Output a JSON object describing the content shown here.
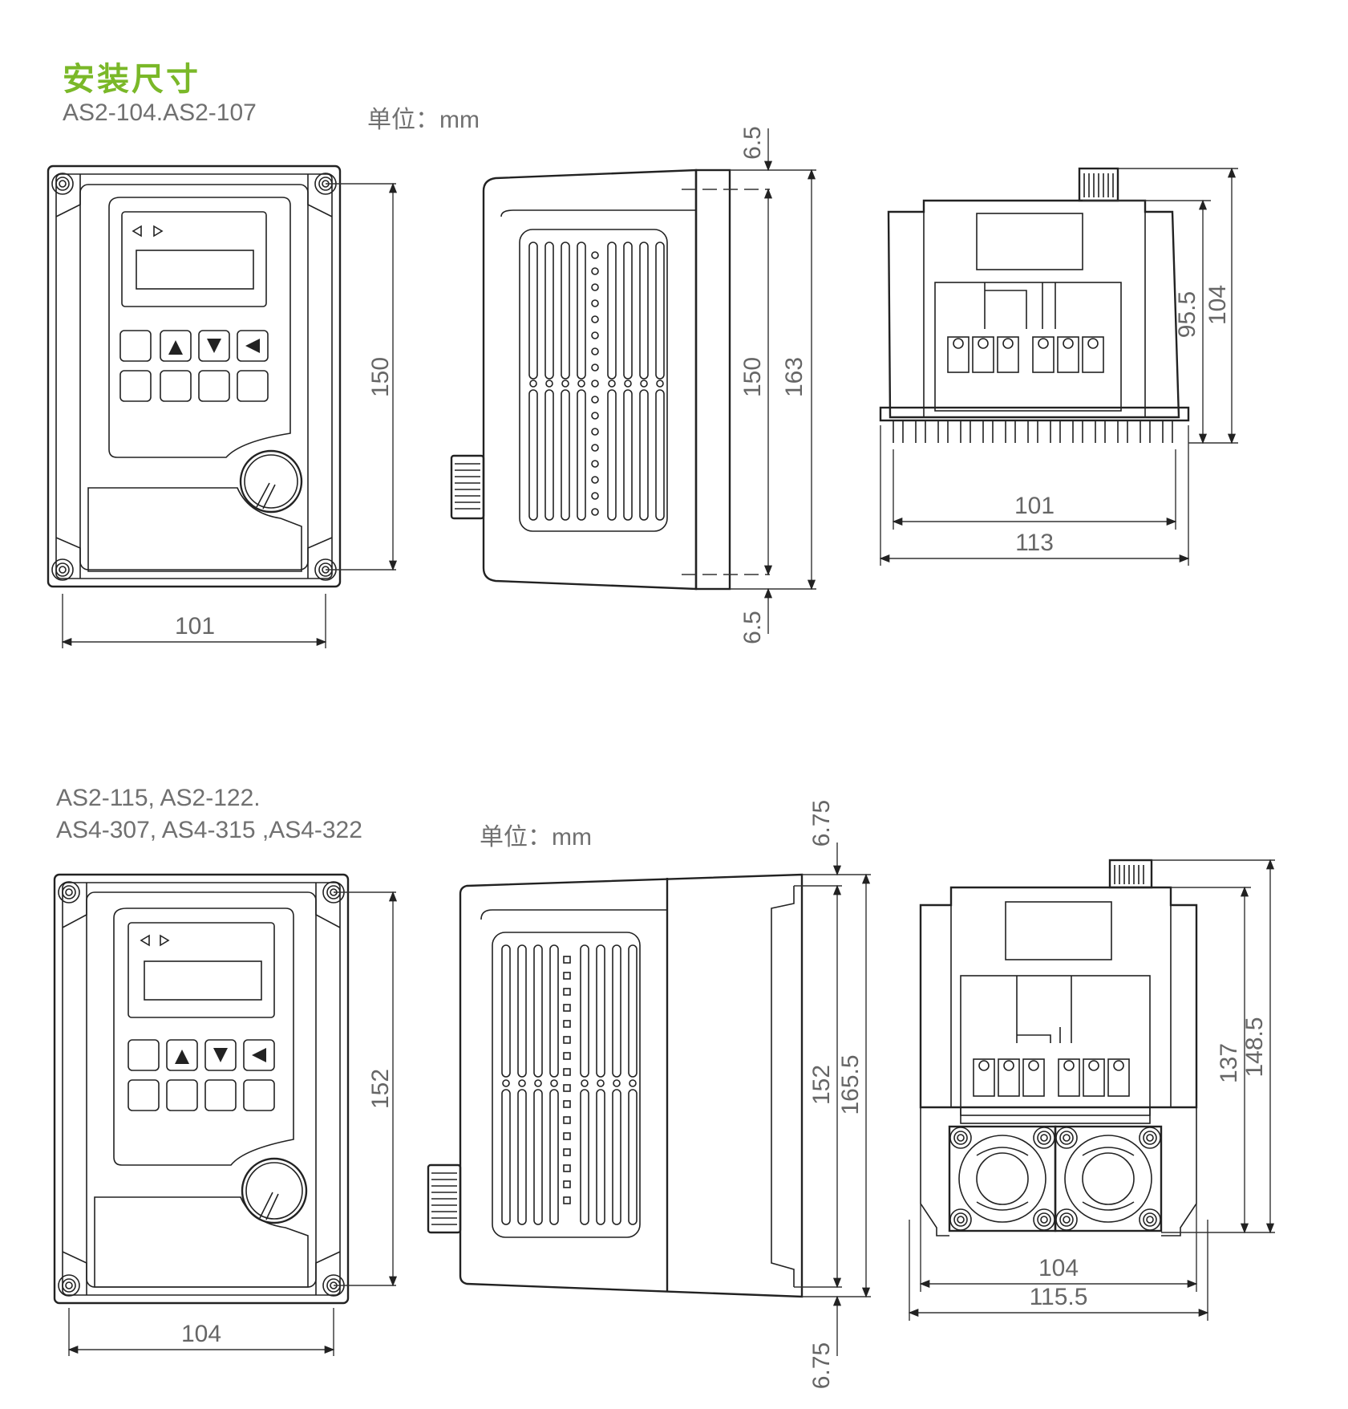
{
  "page": {
    "title": "安装尺寸",
    "title_color": "#7ab828"
  },
  "section1": {
    "models": "AS2-104.AS2-107",
    "unit": "单位：mm",
    "dims": {
      "front_height": "150",
      "front_width": "101",
      "side_top": "6.5",
      "side_bottom": "6.5",
      "side_inner": "150",
      "side_total": "163",
      "top_inner_h": "95.5",
      "top_total_h": "104",
      "top_inner_w": "101",
      "top_total_w": "113"
    }
  },
  "section2": {
    "models_line1": "AS2-115, AS2-122.",
    "models_line2": "AS4-307, AS4-315 ,AS4-322",
    "unit": "单位：mm",
    "dims": {
      "front_height": "152",
      "front_width": "104",
      "side_top": "6.75",
      "side_bottom": "6.75",
      "side_inner": "152",
      "side_total": "165.5",
      "top_inner_h": "137",
      "top_total_h": "148.5",
      "top_inner_w": "104",
      "top_total_w": "115.5"
    }
  }
}
